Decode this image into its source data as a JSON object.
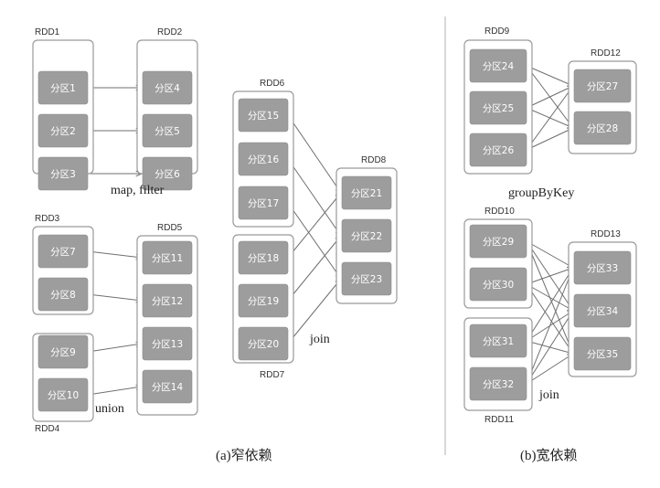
{
  "rdds": [
    {
      "id": "rdd1",
      "label": "RDD1",
      "partitions": [
        "分区1",
        "分区2",
        "分区3"
      ]
    },
    {
      "id": "rdd2",
      "label": "RDD2",
      "partitions": [
        "分区4",
        "分区5",
        "分区6"
      ]
    },
    {
      "id": "rdd3",
      "label": "RDD3",
      "partitions": [
        "分区7",
        "分区8"
      ]
    },
    {
      "id": "rdd4",
      "label": "RDD4",
      "partitions": [
        "分区9",
        "分区10"
      ]
    },
    {
      "id": "rdd5",
      "label": "RDD5",
      "partitions": [
        "分区11",
        "分区12",
        "分区13",
        "分区14"
      ]
    },
    {
      "id": "rdd6",
      "label": "RDD6",
      "partitions": [
        "分区15",
        "分区16",
        "分区17"
      ]
    },
    {
      "id": "rdd7",
      "label": "RDD7",
      "partitions": [
        "分区18",
        "分区19",
        "分区20"
      ]
    },
    {
      "id": "rdd8",
      "label": "RDD8",
      "partitions": [
        "分区21",
        "分区22",
        "分区23"
      ]
    },
    {
      "id": "rdd9",
      "label": "RDD9",
      "partitions": [
        "分区24",
        "分区25",
        "分区26"
      ]
    },
    {
      "id": "rdd10",
      "label": "RDD10",
      "partitions": [
        "分区29",
        "分区30"
      ]
    },
    {
      "id": "rdd11",
      "label": "RDD11",
      "partitions": [
        "分区31",
        "分区32"
      ]
    },
    {
      "id": "rdd12",
      "label": "RDD12",
      "partitions": [
        "分区27",
        "分区28"
      ]
    },
    {
      "id": "rdd13",
      "label": "RDD13",
      "partitions": [
        "分区33",
        "分区34",
        "分区35"
      ]
    }
  ],
  "operations": {
    "map_filter": "map, filter",
    "union": "union",
    "join_narrow": "join",
    "group_by_key": "groupByKey",
    "join_wide": "join"
  },
  "captions": {
    "narrow": "(a)窄依赖",
    "wide": "(b)宽依赖"
  },
  "edges": [
    [
      "rdd1.0",
      "rdd2.0"
    ],
    [
      "rdd1.1",
      "rdd2.1"
    ],
    [
      "rdd1.2",
      "rdd2.2"
    ],
    [
      "rdd3.0",
      "rdd5.0"
    ],
    [
      "rdd3.1",
      "rdd5.1"
    ],
    [
      "rdd4.0",
      "rdd5.2"
    ],
    [
      "rdd4.1",
      "rdd5.3"
    ],
    [
      "rdd6.0",
      "rdd8.0"
    ],
    [
      "rdd6.1",
      "rdd8.1"
    ],
    [
      "rdd6.2",
      "rdd8.2"
    ],
    [
      "rdd7.0",
      "rdd8.0"
    ],
    [
      "rdd7.1",
      "rdd8.1"
    ],
    [
      "rdd7.2",
      "rdd8.2"
    ],
    [
      "rdd9.0",
      "rdd12.0"
    ],
    [
      "rdd9.0",
      "rdd12.1"
    ],
    [
      "rdd9.1",
      "rdd12.0"
    ],
    [
      "rdd9.1",
      "rdd12.1"
    ],
    [
      "rdd9.2",
      "rdd12.0"
    ],
    [
      "rdd9.2",
      "rdd12.1"
    ],
    [
      "rdd10.0",
      "rdd13.0"
    ],
    [
      "rdd10.0",
      "rdd13.1"
    ],
    [
      "rdd10.0",
      "rdd13.2"
    ],
    [
      "rdd10.1",
      "rdd13.0"
    ],
    [
      "rdd10.1",
      "rdd13.1"
    ],
    [
      "rdd10.1",
      "rdd13.2"
    ],
    [
      "rdd11.0",
      "rdd13.0"
    ],
    [
      "rdd11.0",
      "rdd13.1"
    ],
    [
      "rdd11.0",
      "rdd13.2"
    ],
    [
      "rdd11.1",
      "rdd13.0"
    ],
    [
      "rdd11.1",
      "rdd13.1"
    ],
    [
      "rdd11.1",
      "rdd13.2"
    ]
  ]
}
